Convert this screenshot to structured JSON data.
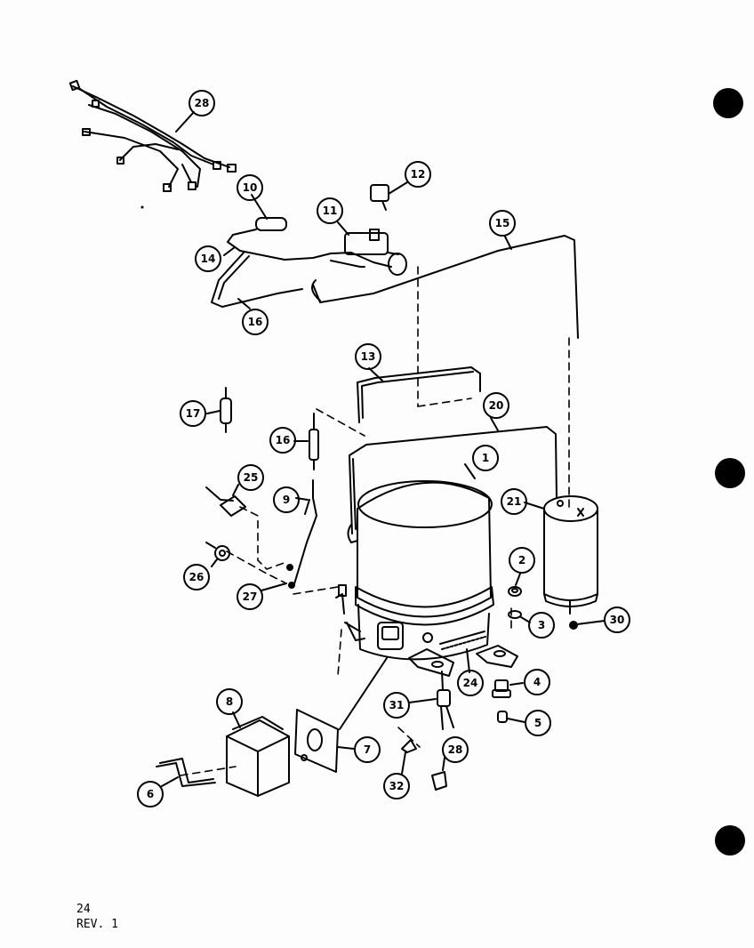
{
  "diagram": {
    "callouts": {
      "c1": "1",
      "c2": "2",
      "c3": "3",
      "c4": "4",
      "c5": "5",
      "c6": "6",
      "c7": "7",
      "c8": "8",
      "c9": "9",
      "c10": "10",
      "c11": "11",
      "c12": "12",
      "c13": "13",
      "c14": "14",
      "c15": "15",
      "c16a": "16",
      "c16b": "16",
      "c17": "17",
      "c20": "20",
      "c21": "21",
      "c24": "24",
      "c25": "25",
      "c26": "26",
      "c27": "27",
      "c28a": "28",
      "c28b": "28",
      "c30": "30",
      "c31": "31",
      "c32": "32"
    }
  },
  "footer": {
    "page_number": "24",
    "revision": "REV. 1"
  }
}
